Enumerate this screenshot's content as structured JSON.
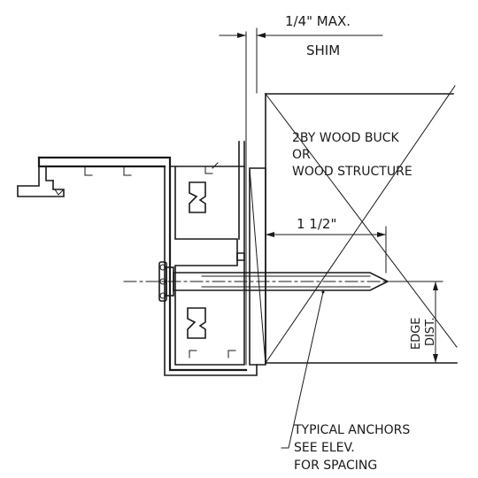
{
  "labels": {
    "shim_max": "1/4\" MAX.",
    "shim": "SHIM",
    "buck_line1": "2BY WOOD BUCK",
    "buck_line2": "OR",
    "buck_line3": "WOOD STRUCTURE",
    "embed": "1 1/2\"",
    "edge_line1": "EDGE",
    "edge_line2": "DIST.",
    "note_line1": "TYPICAL ANCHORS",
    "note_line2": "SEE ELEV.",
    "note_line3": "FOR SPACING"
  },
  "colors": {
    "ink": "#1a1a1a",
    "paper": "#ffffff"
  }
}
